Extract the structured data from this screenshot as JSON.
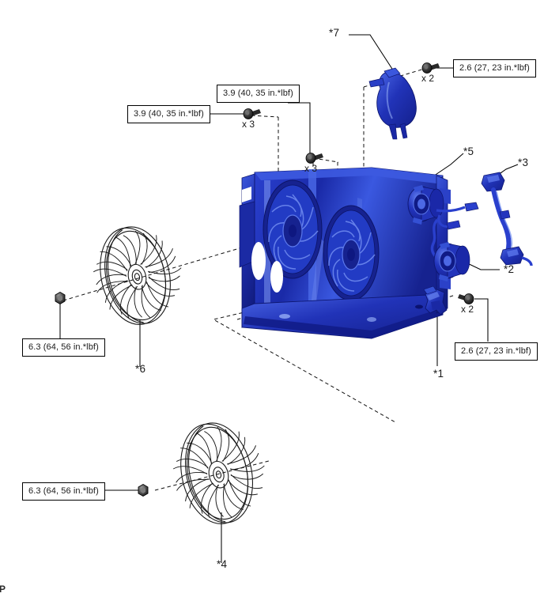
{
  "figure": {
    "type": "exploded-parts-diagram",
    "subject": "Engine cooling fan shroud assembly",
    "corner_mark": "P",
    "colors": {
      "part_blue_dark": "#14258f",
      "part_blue": "#2031b8",
      "part_blue_light": "#3f5fe0",
      "part_blue_highlight": "#8fa8f2",
      "line_black": "#000000",
      "outline_gray": "#222222",
      "background": "#ffffff"
    }
  },
  "torque_callouts": [
    {
      "id": "torque-1",
      "text": "3.9 (40, 35 in.*lbf)"
    },
    {
      "id": "torque-2",
      "text": "3.9 (40, 35 in.*lbf)"
    },
    {
      "id": "torque-3",
      "text": "2.6 (27, 23 in.*lbf)"
    },
    {
      "id": "torque-4",
      "text": "6.3 (64, 56 in.*lbf)"
    },
    {
      "id": "torque-5",
      "text": "2.6 (27, 23 in.*lbf)"
    },
    {
      "id": "torque-6",
      "text": "6.3 (64, 56 in.*lbf)"
    }
  ],
  "quantities": [
    {
      "id": "qty-1",
      "text": "x 3"
    },
    {
      "id": "qty-2",
      "text": "x 3"
    },
    {
      "id": "qty-3",
      "text": "x 2"
    },
    {
      "id": "qty-4",
      "text": "x 2"
    }
  ],
  "part_refs": [
    {
      "id": "ref-1",
      "text": "*1"
    },
    {
      "id": "ref-2",
      "text": "*2"
    },
    {
      "id": "ref-3",
      "text": "*3"
    },
    {
      "id": "ref-4",
      "text": "*4"
    },
    {
      "id": "ref-5",
      "text": "*5"
    },
    {
      "id": "ref-6",
      "text": "*6"
    },
    {
      "id": "ref-7",
      "text": "*7"
    }
  ]
}
